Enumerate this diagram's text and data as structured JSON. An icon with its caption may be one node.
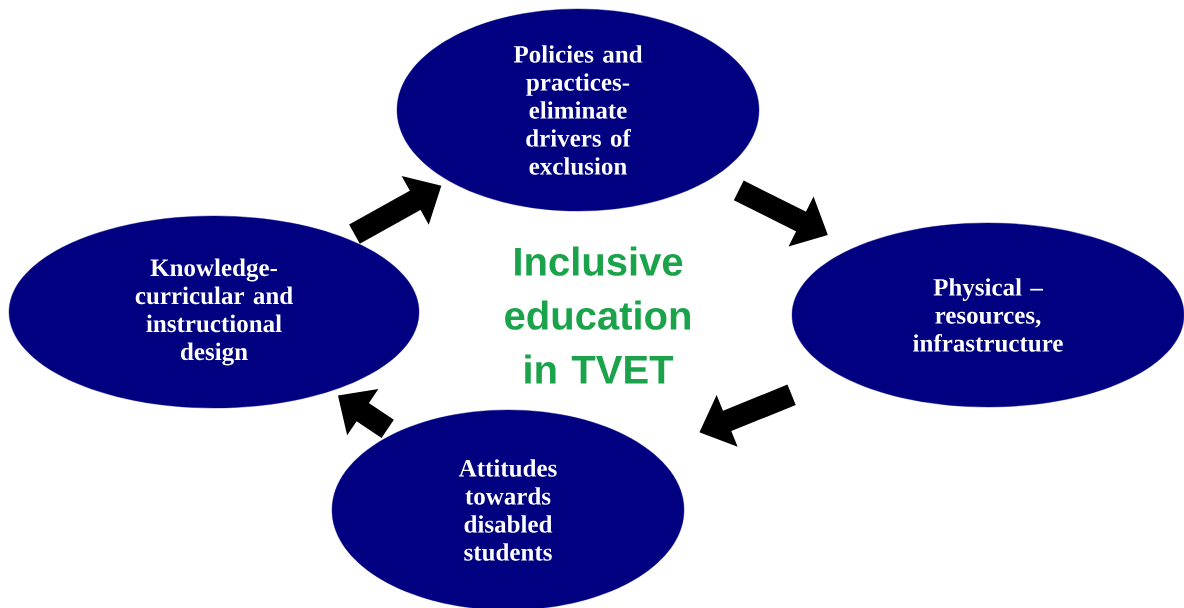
{
  "diagram": {
    "nodes": [
      {
        "text": [
          "Policies and practices- eliminate drivers of exclusion"
        ]
      },
      {
        "text": [
          "Physical – resources, infrastructure"
        ]
      },
      {
        "text": [
          "Attitudes towards disabled students"
        ]
      },
      {
        "text": [
          "Knowledge- curricular and instructional design"
        ]
      }
    ],
    "edges": [
      {
        "from": 0,
        "to": 1,
        "arrow": "to"
      },
      {
        "from": 1,
        "to": 2,
        "arrow": "to"
      },
      {
        "from": 2,
        "to": 3,
        "arrow": "to"
      },
      {
        "from": 3,
        "to": 0,
        "arrow": "to"
      }
    ],
    "labels": [
      "Inclusive education in TVET"
    ]
  }
}
